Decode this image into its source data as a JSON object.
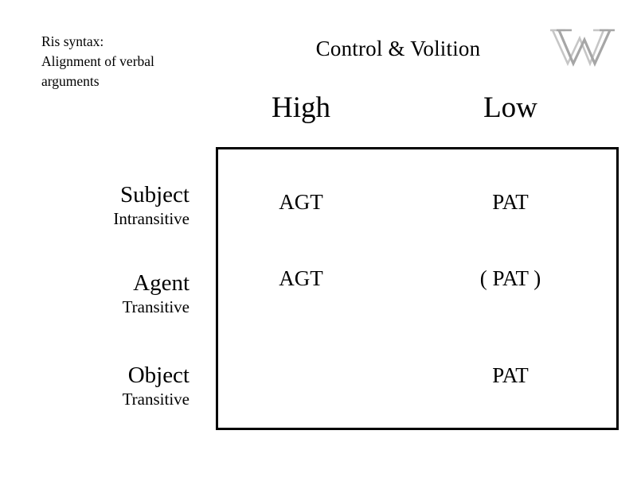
{
  "slide": {
    "caption": "Ris syntax:\nAlignment of verbal\narguments",
    "title": "Control & Volition",
    "logo_name": "w-monogram-logo",
    "logo_color": "#b0b0b0",
    "background_color": "#ffffff",
    "text_color": "#000000",
    "border_color": "#000000"
  },
  "matrix": {
    "columns": [
      {
        "label": "High"
      },
      {
        "label": "Low"
      }
    ],
    "rows": [
      {
        "primary": "Subject",
        "secondary": "Intransitive",
        "cells": [
          "AGT",
          "PAT"
        ]
      },
      {
        "primary": "Agent",
        "secondary": "Transitive",
        "cells": [
          "AGT",
          "( PAT )"
        ]
      },
      {
        "primary": "Object",
        "secondary": "Transitive",
        "cells": [
          "",
          "PAT"
        ]
      }
    ]
  }
}
